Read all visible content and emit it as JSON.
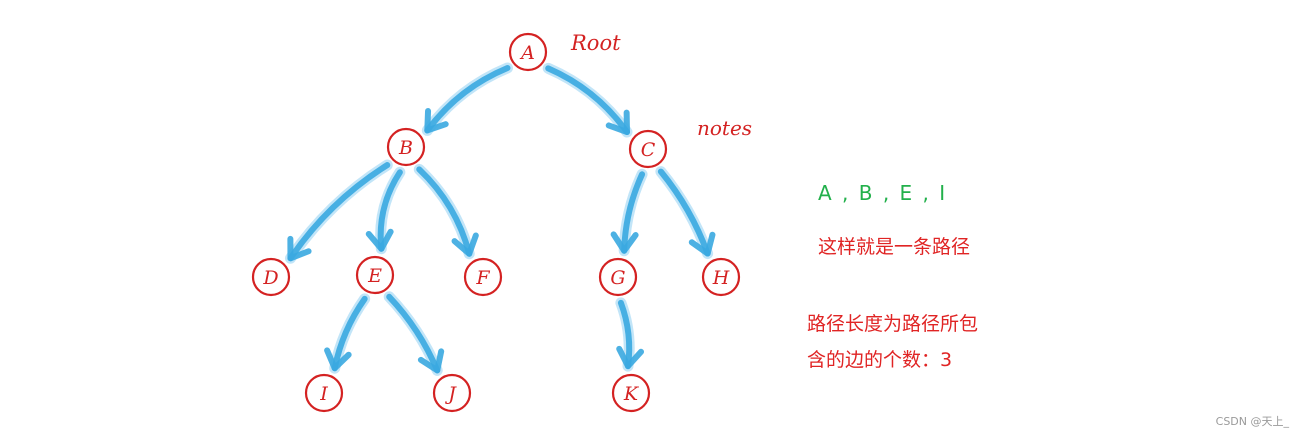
{
  "labels": {
    "root": "Root",
    "notes": "notes"
  },
  "path_example": {
    "sequence": "A , B , E , I",
    "caption": "这样就是一条路径"
  },
  "path_length_note": {
    "line1": "路径长度为路径所包",
    "line2": "含的边的个数：3"
  },
  "watermark": "CSDN @天上_",
  "tree": {
    "nodes": [
      {
        "id": "A",
        "label": "A"
      },
      {
        "id": "B",
        "label": "B"
      },
      {
        "id": "C",
        "label": "C"
      },
      {
        "id": "D",
        "label": "D"
      },
      {
        "id": "E",
        "label": "E"
      },
      {
        "id": "F",
        "label": "F"
      },
      {
        "id": "G",
        "label": "G"
      },
      {
        "id": "H",
        "label": "H"
      },
      {
        "id": "I",
        "label": "I"
      },
      {
        "id": "J",
        "label": "J"
      },
      {
        "id": "K",
        "label": "K"
      }
    ],
    "edges": [
      {
        "from": "A",
        "to": "B"
      },
      {
        "from": "A",
        "to": "C"
      },
      {
        "from": "B",
        "to": "D"
      },
      {
        "from": "B",
        "to": "E"
      },
      {
        "from": "B",
        "to": "F"
      },
      {
        "from": "C",
        "to": "G"
      },
      {
        "from": "C",
        "to": "H"
      },
      {
        "from": "E",
        "to": "I"
      },
      {
        "from": "E",
        "to": "J"
      },
      {
        "from": "G",
        "to": "K"
      }
    ]
  },
  "colors": {
    "node_stroke": "#d42222",
    "node_text": "#d42222",
    "arrow": "#3aa8e0",
    "arrow_light": "#8fd0f2",
    "path_sequence": "#22b04b",
    "note_text": "#e02424"
  }
}
